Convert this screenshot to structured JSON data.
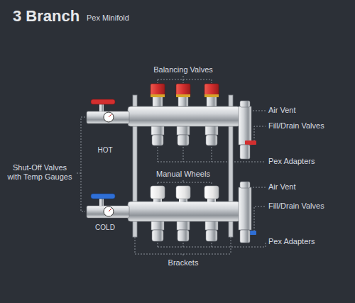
{
  "diagram": {
    "title": "3 Branch",
    "labels": [
      "Pex Minifold",
      "Balancing Valves",
      "Air Vent",
      "Fill/Drain Valves",
      "Pex Adapters",
      "Shut-Off Valves with Temp Gauges",
      "HOT",
      "Manual Wheels",
      "Air Vent",
      "Fill/Drain Valves",
      "COLD",
      "Pex Adapters",
      "Brackets"
    ]
  }
}
